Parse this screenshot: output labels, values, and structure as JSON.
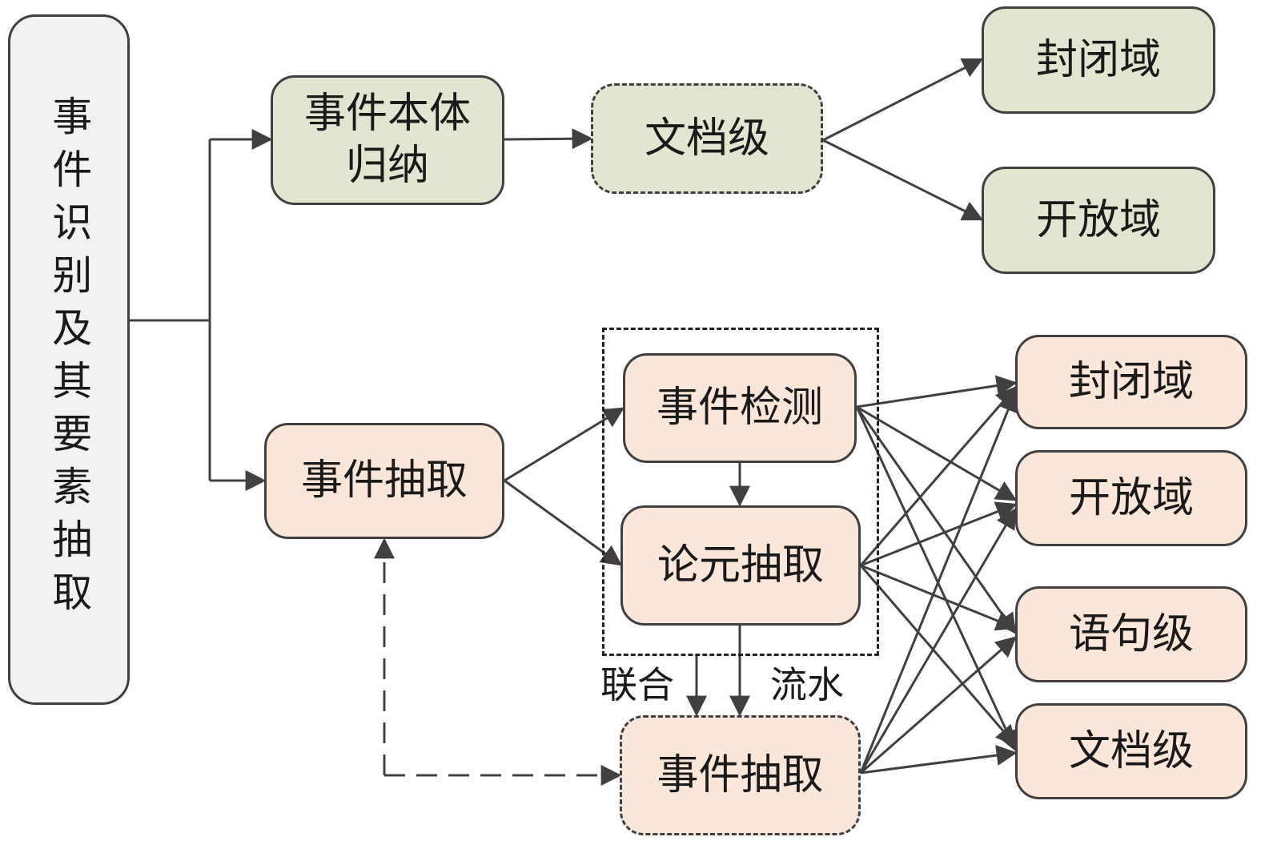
{
  "root": {
    "label": "事件识别及其要素抽取"
  },
  "upper": {
    "main": "事件本体归纳",
    "level": "文档级",
    "closed": "封闭域",
    "open": "开放域"
  },
  "lower": {
    "main": "事件抽取",
    "detection": "事件检测",
    "argument": "论元抽取",
    "result": "事件抽取",
    "label_joint": "联合",
    "label_pipeline": "流水",
    "targets": {
      "closed": "封闭域",
      "open": "开放域",
      "sentence": "语句级",
      "document": "文档级"
    }
  },
  "colors": {
    "green_fill": "#e0e6d0",
    "pink_fill": "#fbe6da",
    "grey_fill": "#f2f2f2",
    "stroke": "#404040"
  }
}
